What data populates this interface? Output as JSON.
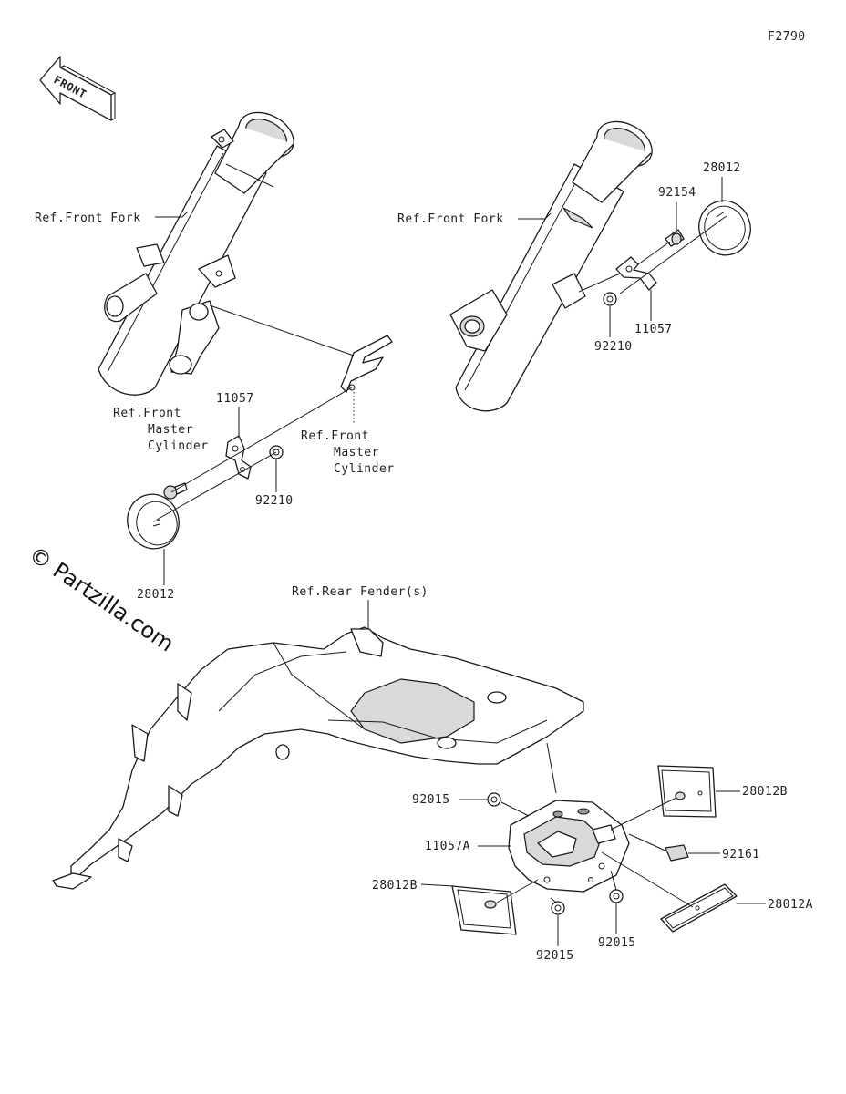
{
  "figure_code": "F2790",
  "front_arrow_text": "FRONT",
  "watermark": "© Partzilla.com",
  "labels": {
    "ref_front_fork_left": "Ref.Front Fork",
    "ref_front_fork_right": "Ref.Front Fork",
    "ref_master_cylinder_left": [
      "Ref.Front",
      "Master",
      "Cylinder"
    ],
    "ref_master_cylinder_right": [
      "Ref.Front",
      "Master",
      "Cylinder"
    ],
    "ref_rear_fender": "Ref.Rear Fender(s)",
    "p11057_left": "11057",
    "p92210_left": "92210",
    "p28012_left": "28012",
    "p28012_right": "28012",
    "p92154": "92154",
    "p92210_right": "92210",
    "p11057_right": "11057",
    "p92015_top": "92015",
    "p11057A": "11057A",
    "p28012B_left": "28012B",
    "p28012B_right": "28012B",
    "p92161": "92161",
    "p28012A": "28012A",
    "p92015_bottom_left": "92015",
    "p92015_bottom_right": "92015"
  }
}
